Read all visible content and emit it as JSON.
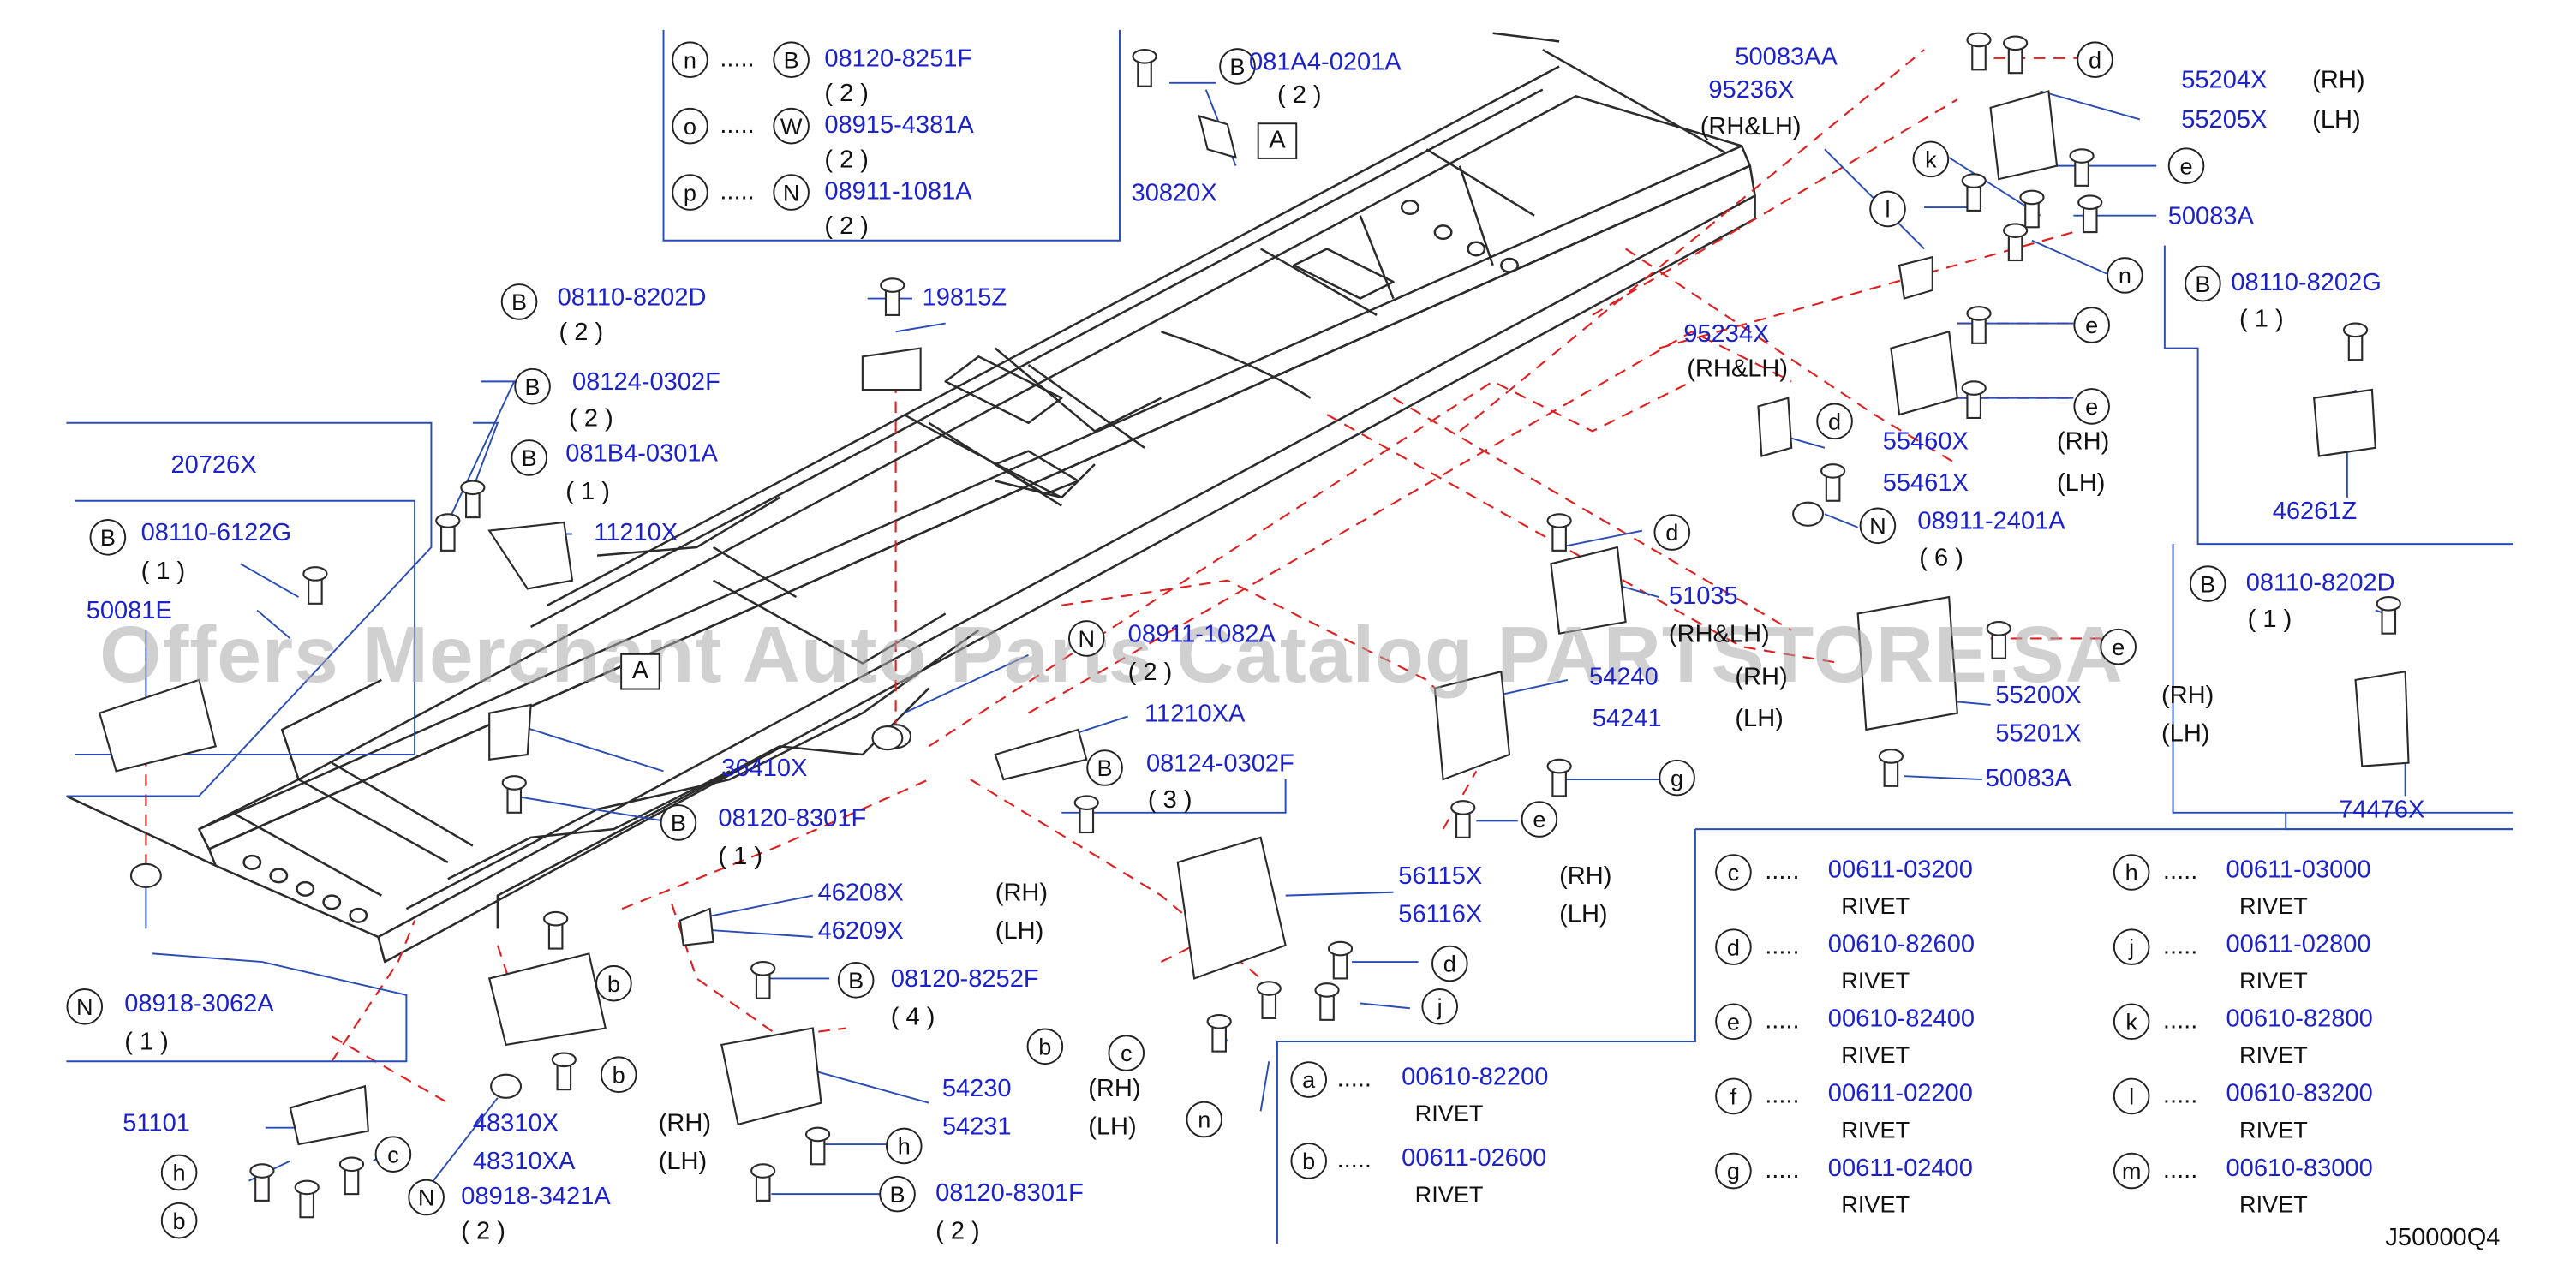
{
  "diagram_code": "J50000Q4",
  "watermark": "Offers Merchant Auto Parts Catalog PARTSTORE.SA",
  "box_marker": "A",
  "colors": {
    "part_number": "#1b22c9",
    "text": "#111111",
    "leader": "#2a4db5",
    "dashed": "#e02020"
  },
  "top_box": [
    {
      "letter": "n",
      "dots": ".....",
      "type": "B",
      "part": "08120-8251F",
      "qty": "( 2 )"
    },
    {
      "letter": "o",
      "dots": ".....",
      "type": "W",
      "part": "08915-4381A",
      "qty": "( 2 )"
    },
    {
      "letter": "p",
      "dots": ".....",
      "type": "N",
      "part": "08911-1081A",
      "qty": "( 2 )"
    }
  ],
  "rivets_left": [
    {
      "letter": "a",
      "dots": ".....",
      "part": "00610-82200",
      "desc": "RIVET"
    },
    {
      "letter": "b",
      "dots": ".....",
      "part": "00611-02600",
      "desc": "RIVET"
    }
  ],
  "rivets_table": [
    {
      "letter": "c",
      "dots": ".....",
      "part": "00611-03200",
      "desc": "RIVET"
    },
    {
      "letter": "d",
      "dots": ".....",
      "part": "00610-82600",
      "desc": "RIVET"
    },
    {
      "letter": "e",
      "dots": ".....",
      "part": "00610-82400",
      "desc": "RIVET"
    },
    {
      "letter": "f",
      "dots": ".....",
      "part": "00611-02200",
      "desc": "RIVET"
    },
    {
      "letter": "g",
      "dots": ".....",
      "part": "00611-02400",
      "desc": "RIVET"
    },
    {
      "letter": "h",
      "dots": ".....",
      "part": "00611-03000",
      "desc": "RIVET"
    },
    {
      "letter": "j",
      "dots": ".....",
      "part": "00611-02800",
      "desc": "RIVET"
    },
    {
      "letter": "k",
      "dots": ".....",
      "part": "00610-82800",
      "desc": "RIVET"
    },
    {
      "letter": "l",
      "dots": ".....",
      "part": "00610-83200",
      "desc": "RIVET"
    },
    {
      "letter": "m",
      "dots": ".....",
      "part": "00610-83000",
      "desc": "RIVET"
    }
  ],
  "callouts": [
    {
      "kind": "circle",
      "text": "B"
    },
    {
      "kind": "part",
      "text": "081A4-0201A"
    },
    {
      "kind": "note",
      "text": "( 2 )"
    },
    {
      "kind": "part",
      "text": "30820X"
    },
    {
      "kind": "circle",
      "text": "B"
    },
    {
      "kind": "part",
      "text": "08110-8202D"
    },
    {
      "kind": "note",
      "text": "( 2 )"
    },
    {
      "kind": "part",
      "text": "19815Z"
    },
    {
      "kind": "circle",
      "text": "B"
    },
    {
      "kind": "part",
      "text": "08124-0302F"
    },
    {
      "kind": "note",
      "text": "( 2 )"
    },
    {
      "kind": "circle",
      "text": "B"
    },
    {
      "kind": "part",
      "text": "081B4-0301A"
    },
    {
      "kind": "note",
      "text": "( 1 )"
    },
    {
      "kind": "part",
      "text": "11210X"
    },
    {
      "kind": "part",
      "text": "20726X"
    },
    {
      "kind": "circle",
      "text": "B"
    },
    {
      "kind": "part",
      "text": "08110-6122G"
    },
    {
      "kind": "note",
      "text": "( 1 )"
    },
    {
      "kind": "part",
      "text": "50081E"
    },
    {
      "kind": "circle",
      "text": "N"
    },
    {
      "kind": "part",
      "text": "08918-3062A"
    },
    {
      "kind": "note",
      "text": "( 1 )"
    },
    {
      "kind": "part",
      "text": "36410X"
    },
    {
      "kind": "circle",
      "text": "B"
    },
    {
      "kind": "part",
      "text": "08120-8301F"
    },
    {
      "kind": "note",
      "text": "( 1 )"
    },
    {
      "kind": "circle",
      "text": "N"
    },
    {
      "kind": "part",
      "text": "08911-1082A"
    },
    {
      "kind": "note",
      "text": "( 2 )"
    },
    {
      "kind": "part",
      "text": "11210XA"
    },
    {
      "kind": "circle",
      "text": "B"
    },
    {
      "kind": "part",
      "text": "08124-0302F"
    },
    {
      "kind": "note",
      "text": "( 3 )"
    },
    {
      "kind": "part",
      "text": "46208X"
    },
    {
      "kind": "note",
      "text": "(RH)"
    },
    {
      "kind": "part",
      "text": "46209X"
    },
    {
      "kind": "note",
      "text": "(LH)"
    },
    {
      "kind": "circle",
      "text": "B"
    },
    {
      "kind": "part",
      "text": "08120-8252F"
    },
    {
      "kind": "note",
      "text": "( 4 )"
    },
    {
      "kind": "circle",
      "text": "b"
    },
    {
      "kind": "part",
      "text": "51101"
    },
    {
      "kind": "circle",
      "text": "b"
    },
    {
      "kind": "circle",
      "text": "c"
    },
    {
      "kind": "circle",
      "text": "h"
    },
    {
      "kind": "circle",
      "text": "b"
    },
    {
      "kind": "part",
      "text": "48310X"
    },
    {
      "kind": "note",
      "text": "(RH)"
    },
    {
      "kind": "part",
      "text": "48310XA"
    },
    {
      "kind": "note",
      "text": "(LH)"
    },
    {
      "kind": "circle",
      "text": "N"
    },
    {
      "kind": "part",
      "text": "08918-3421A"
    },
    {
      "kind": "note",
      "text": "( 2 )"
    },
    {
      "kind": "circle",
      "text": "b"
    },
    {
      "kind": "part",
      "text": "54230"
    },
    {
      "kind": "note",
      "text": "(RH)"
    },
    {
      "kind": "part",
      "text": "54231"
    },
    {
      "kind": "note",
      "text": "(LH)"
    },
    {
      "kind": "circle",
      "text": "h"
    },
    {
      "kind": "circle",
      "text": "B"
    },
    {
      "kind": "part",
      "text": "08120-8301F"
    },
    {
      "kind": "note",
      "text": "( 2 )"
    },
    {
      "kind": "circle",
      "text": "c"
    },
    {
      "kind": "circle",
      "text": "n"
    },
    {
      "kind": "part",
      "text": "56115X"
    },
    {
      "kind": "note",
      "text": "(RH)"
    },
    {
      "kind": "part",
      "text": "56116X"
    },
    {
      "kind": "note",
      "text": "(LH)"
    },
    {
      "kind": "circle",
      "text": "d"
    },
    {
      "kind": "circle",
      "text": "j"
    },
    {
      "kind": "circle",
      "text": "d"
    },
    {
      "kind": "part",
      "text": "51035"
    },
    {
      "kind": "note",
      "text": "(RH&LH)"
    },
    {
      "kind": "part",
      "text": "54240"
    },
    {
      "kind": "note",
      "text": "(RH)"
    },
    {
      "kind": "part",
      "text": "54241"
    },
    {
      "kind": "note",
      "text": "(LH)"
    },
    {
      "kind": "circle",
      "text": "g"
    },
    {
      "kind": "circle",
      "text": "e"
    },
    {
      "kind": "part",
      "text": "95234X"
    },
    {
      "kind": "note",
      "text": "(RH&LH)"
    },
    {
      "kind": "circle",
      "text": "d"
    },
    {
      "kind": "part",
      "text": "55460X"
    },
    {
      "kind": "note",
      "text": "(RH)"
    },
    {
      "kind": "part",
      "text": "55461X"
    },
    {
      "kind": "note",
      "text": "(LH)"
    },
    {
      "kind": "circle",
      "text": "N"
    },
    {
      "kind": "part",
      "text": "08911-2401A"
    },
    {
      "kind": "note",
      "text": "( 6 )"
    },
    {
      "kind": "part",
      "text": "50083AA"
    },
    {
      "kind": "part",
      "text": "95236X"
    },
    {
      "kind": "note",
      "text": "(RH&LH)"
    },
    {
      "kind": "circle",
      "text": "d"
    },
    {
      "kind": "part",
      "text": "55204X"
    },
    {
      "kind": "note",
      "text": "(RH)"
    },
    {
      "kind": "part",
      "text": "55205X"
    },
    {
      "kind": "note",
      "text": "(LH)"
    },
    {
      "kind": "circle",
      "text": "e"
    },
    {
      "kind": "circle",
      "text": "k"
    },
    {
      "kind": "circle",
      "text": "l"
    },
    {
      "kind": "part",
      "text": "50083A"
    },
    {
      "kind": "circle",
      "text": "n"
    },
    {
      "kind": "circle",
      "text": "e"
    },
    {
      "kind": "circle",
      "text": "e"
    },
    {
      "kind": "circle",
      "text": "B"
    },
    {
      "kind": "part",
      "text": "08110-8202G"
    },
    {
      "kind": "note",
      "text": "( 1 )"
    },
    {
      "kind": "part",
      "text": "46261Z"
    },
    {
      "kind": "circle",
      "text": "B"
    },
    {
      "kind": "part",
      "text": "08110-8202D"
    },
    {
      "kind": "note",
      "text": "( 1 )"
    },
    {
      "kind": "part",
      "text": "74476X"
    },
    {
      "kind": "part",
      "text": "55200X"
    },
    {
      "kind": "note",
      "text": "(RH)"
    },
    {
      "kind": "part",
      "text": "55201X"
    },
    {
      "kind": "note",
      "text": "(LH)"
    },
    {
      "kind": "part",
      "text": "50083A"
    },
    {
      "kind": "circle",
      "text": "e"
    }
  ]
}
